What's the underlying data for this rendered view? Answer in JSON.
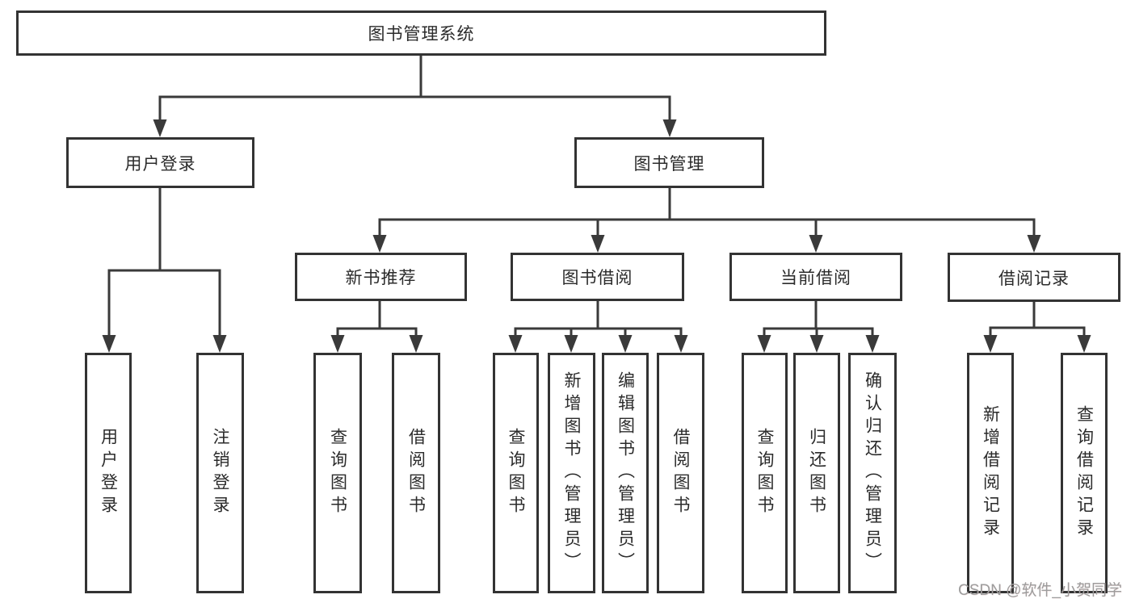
{
  "diagram": {
    "watermark": "CSDN @软件_小贺同学",
    "colors": {
      "background": "#ffffff",
      "box_border": "#333333",
      "box_fill": "#ffffff",
      "line": "#3a3a3a",
      "text": "#2b2b2b",
      "watermark": "#9d9d9d"
    },
    "tree": {
      "label": "图书管理系统",
      "children": [
        {
          "label": "用户登录",
          "children": [
            {
              "label": "用户登录"
            },
            {
              "label": "注销登录"
            }
          ]
        },
        {
          "label": "图书管理",
          "children": [
            {
              "label": "新书推荐",
              "children": [
                {
                  "label": "查询图书"
                },
                {
                  "label": "借阅图书"
                }
              ]
            },
            {
              "label": "图书借阅",
              "children": [
                {
                  "label": "查询图书"
                },
                {
                  "label": "新增图书（管理员）"
                },
                {
                  "label": "编辑图书（管理员）"
                },
                {
                  "label": "借阅图书"
                }
              ]
            },
            {
              "label": "当前借阅",
              "children": [
                {
                  "label": "查询图书"
                },
                {
                  "label": "归还图书"
                },
                {
                  "label": "确认归还（管理员）"
                }
              ]
            },
            {
              "label": "借阅记录",
              "children": [
                {
                  "label": "新增借阅记录"
                },
                {
                  "label": "查询借阅记录"
                }
              ]
            }
          ]
        }
      ]
    }
  }
}
